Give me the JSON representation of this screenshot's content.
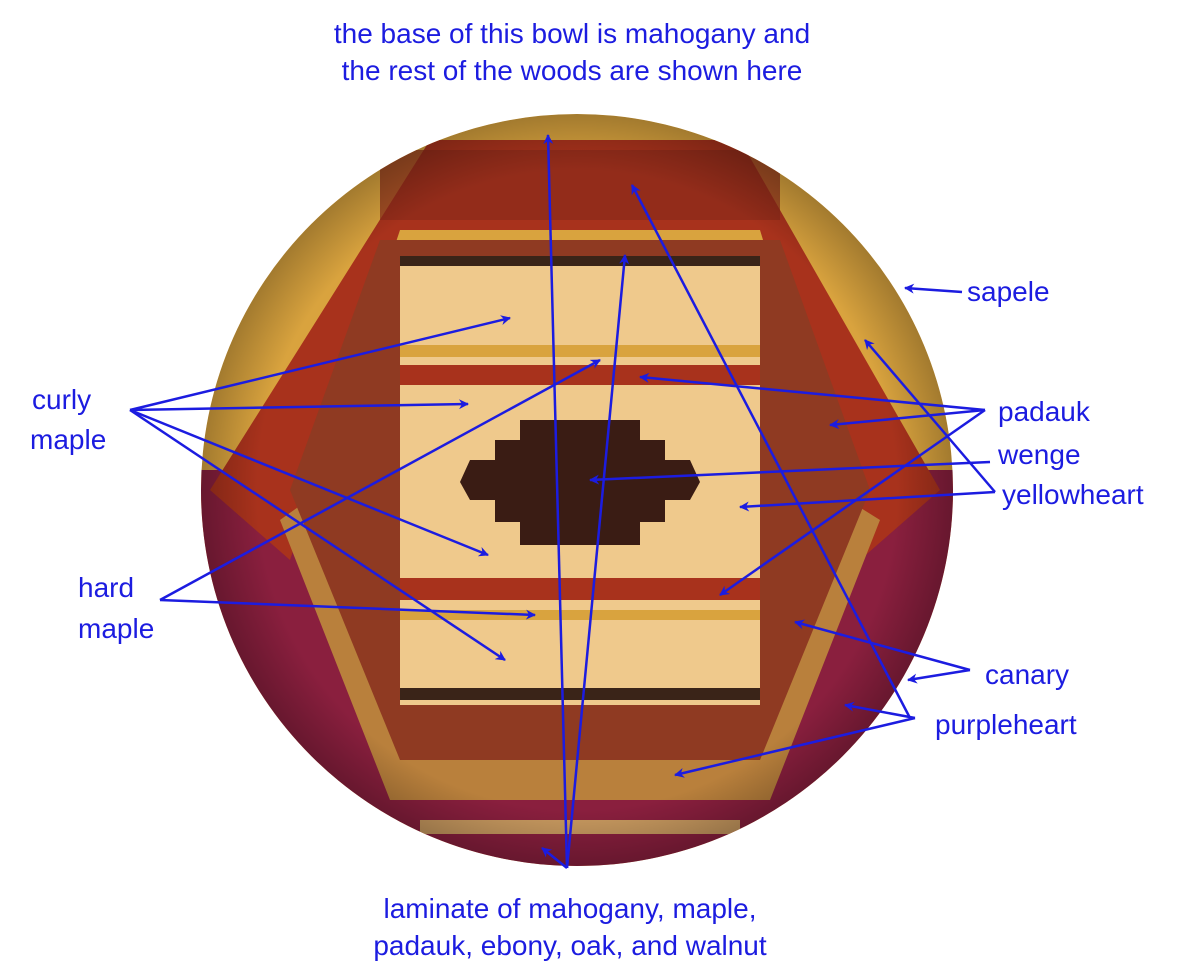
{
  "title": {
    "line1": "the base of this bowl is mahogany and",
    "line2": "the rest of the woods are shown here"
  },
  "labels": {
    "sapele": "sapele",
    "curly": "curly",
    "curly_maple": "maple",
    "padauk": "padauk",
    "wenge": "wenge",
    "yellowheart": "yellowheart",
    "hard": "hard",
    "hard_maple": "maple",
    "canary": "canary",
    "purpleheart": "purpleheart"
  },
  "bottom": {
    "line1": "laminate of mahogany, maple,",
    "line2": "padauk, ebony, oak, and walnut"
  },
  "colors": {
    "label": "#1c1ce0",
    "sapele": "#d9a33e",
    "purpleheart": "#8a1f3e",
    "padauk": "#a8321c",
    "canary": "#b9803c",
    "maple": "#efc98c",
    "wenge": "#3a1c14"
  }
}
